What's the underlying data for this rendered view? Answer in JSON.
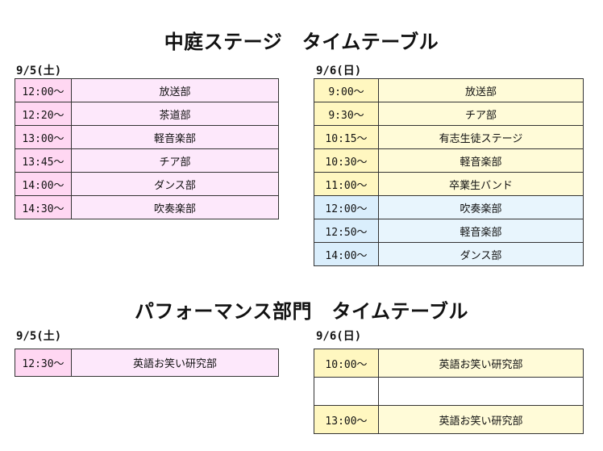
{
  "stage": {
    "title": "中庭ステージ　タイムテーブル",
    "day1": {
      "label": "9/5(土)",
      "rows": [
        {
          "time": "12:00～",
          "event": "放送部"
        },
        {
          "time": "12:20～",
          "event": "茶道部"
        },
        {
          "time": "13:00～",
          "event": "軽音楽部"
        },
        {
          "time": "13:45～",
          "event": "チア部"
        },
        {
          "time": "14:00～",
          "event": "ダンス部"
        },
        {
          "time": "14:30～",
          "event": "吹奏楽部"
        }
      ]
    },
    "day2": {
      "label": "9/6(日)",
      "rows": [
        {
          "time": "9:00～",
          "event": "放送部"
        },
        {
          "time": "9:30～",
          "event": "チア部"
        },
        {
          "time": "10:15～",
          "event": "有志生徒ステージ"
        },
        {
          "time": "10:30～",
          "event": "軽音楽部"
        },
        {
          "time": "11:00～",
          "event": "卒業生バンド"
        },
        {
          "time": "12:00～",
          "event": "吹奏楽部"
        },
        {
          "time": "12:50～",
          "event": "軽音楽部"
        },
        {
          "time": "14:00～",
          "event": "ダンス部"
        }
      ]
    }
  },
  "performance": {
    "title": "パフォーマンス部門　タイムテーブル",
    "day1": {
      "label": "9/5(土)",
      "rows": [
        {
          "time": "12:30～",
          "event": "英語お笑い研究部"
        }
      ]
    },
    "day2": {
      "label": "9/6(日)",
      "rows": [
        {
          "time": "10:00～",
          "event": "英語お笑い研究部"
        },
        {
          "time": "",
          "event": ""
        },
        {
          "time": "13:00～",
          "event": "英語お笑い研究部"
        }
      ]
    }
  },
  "colors": {
    "day1_time": "#ffd7f2",
    "day1_event": "#fde8fb",
    "day2_morning_time": "#fff7c0",
    "day2_morning_event": "#fffbd8",
    "day2_afternoon_time": "#daeefc",
    "day2_afternoon_event": "#e8f5fd"
  }
}
